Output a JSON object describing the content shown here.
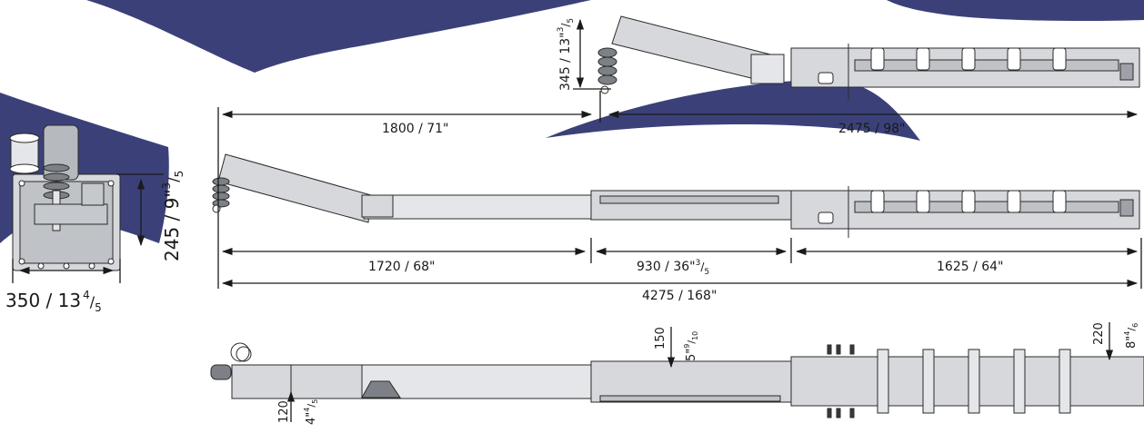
{
  "colors": {
    "navy": "#3b4178",
    "steel": "#d6d8dc",
    "steel_dark": "#9ea2a8",
    "outline": "#2a2a2a",
    "text": "#1a1a1a",
    "white": "#ffffff"
  },
  "dimensions": {
    "end_width": {
      "value": "350 / 13",
      "sup": "4",
      "sub": "5"
    },
    "end_height": {
      "value": "245 / 9\"",
      "sup": "3",
      "sub": "5"
    },
    "raised_height": {
      "value": "345 / 13\"",
      "sup": "3",
      "sub": "5"
    },
    "raised_incline_length": "1800 / 71\"",
    "raised_base_length": "2475 / 98\"",
    "incline_section": "1720 / 68\"",
    "mid_section": {
      "value": "930 / 36\"",
      "sup": "3",
      "sub": "5"
    },
    "end_section": "1625 / 64\"",
    "total_length": "4275 / 168\"",
    "clear_mid": {
      "mm": "150",
      "inch": "5\"",
      "sup": "9",
      "sub": "10"
    },
    "clear_left": {
      "mm": "120",
      "inch": "4\"",
      "sup": "4",
      "sub": "5"
    },
    "clear_right": {
      "mm": "220",
      "inch": "8\"",
      "sup": "4",
      "sub": "6"
    }
  }
}
